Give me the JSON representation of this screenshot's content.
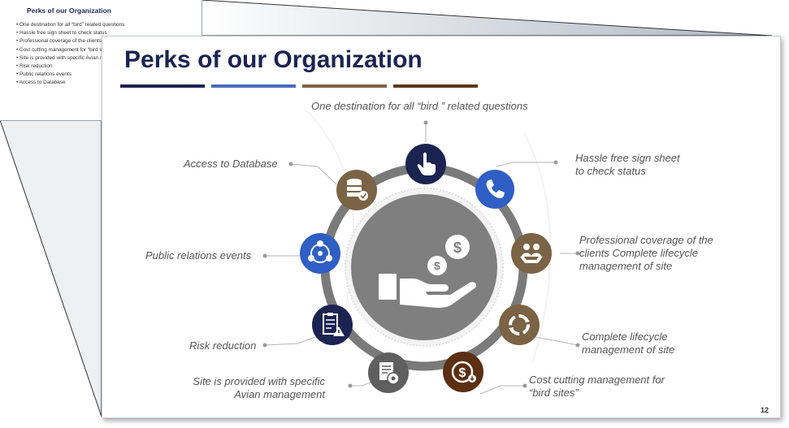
{
  "thumbnail": {
    "title": "Perks of our Organization",
    "items": [
      "• One destination for all “bird” related questions",
      "• Hassle free sign sheet to check status",
      "• Professional coverage of the clients Complete lifecycle management of site",
      "• Cost cutting management for “bird sites”",
      "•  Site is provided with specific Avian management",
      "• Risk reduction",
      "• Public relations events",
      "• Access to Database"
    ]
  },
  "slide": {
    "title": "Perks of our Organization",
    "page_number": "12",
    "accent_colors": [
      "#1b2351",
      "#4a6bbf",
      "#7b6345",
      "#5a3a1c"
    ],
    "items": [
      {
        "text": "One destination for all “bird ” related questions",
        "icon": "hand-pointer-icon",
        "color": "#1b2351"
      },
      {
        "text": "Hassle free sign sheet to check status",
        "icon": "phone-icon",
        "color": "#2f5fc4"
      },
      {
        "text": "Professional coverage of the  clients Complete lifecycle management of site",
        "icon": "people-care-icon",
        "color": "#7b6345"
      },
      {
        "text": "Complete lifecycle management of site",
        "icon": "recycle-icon",
        "color": "#7b6345"
      },
      {
        "text": "Cost cutting management for “bird sites”",
        "icon": "dollar-cut-icon",
        "color": "#5a2f12"
      },
      {
        "text": "Site is provided with specific Avian management",
        "icon": "document-gear-icon",
        "color": "#5f5f5f"
      },
      {
        "text": "Risk reduction",
        "icon": "checklist-warning-icon",
        "color": "#1b2351"
      },
      {
        "text": "Public relations events",
        "icon": "network-people-icon",
        "color": "#2f5fc4"
      },
      {
        "text": "Access to Database",
        "icon": "database-check-icon",
        "color": "#7b6345"
      }
    ],
    "center_icon": "hand-money-icon"
  }
}
